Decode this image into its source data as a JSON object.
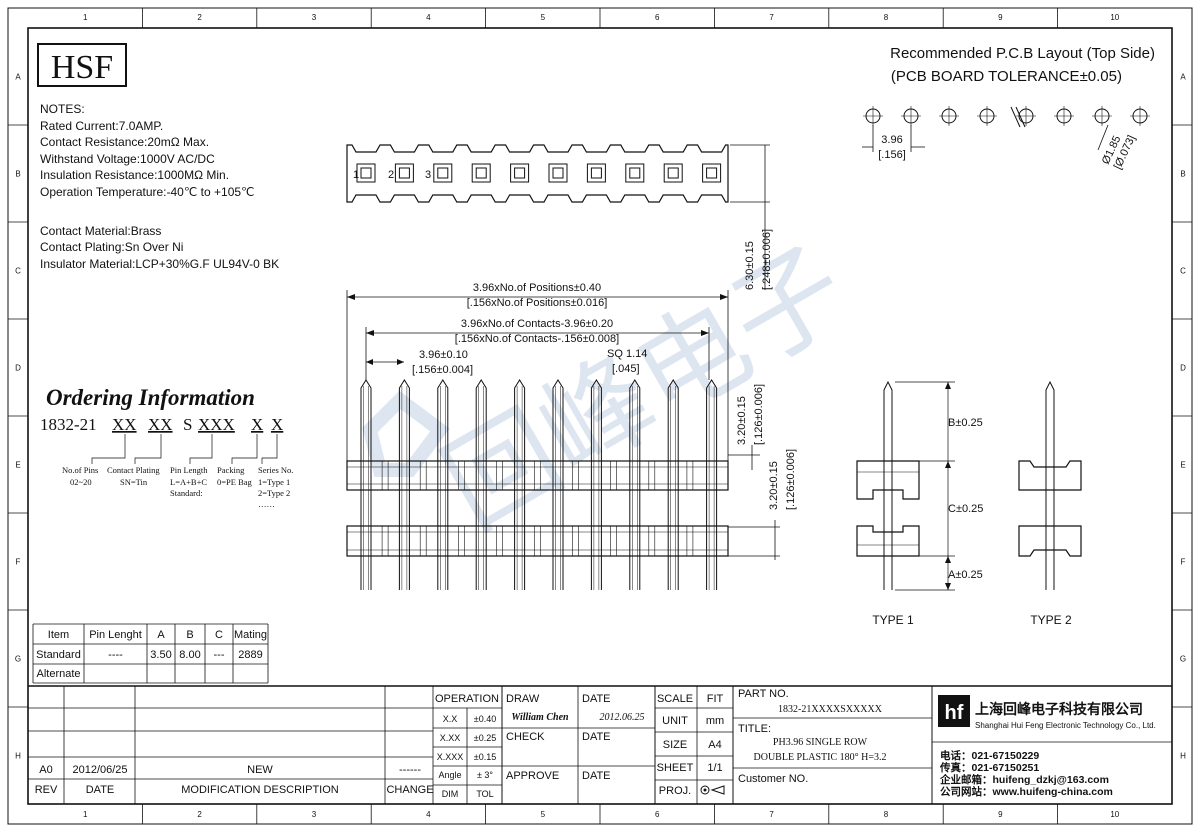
{
  "frame": {
    "columns": [
      "1",
      "2",
      "3",
      "4",
      "5",
      "6",
      "7",
      "8",
      "9",
      "10"
    ],
    "rows": [
      "A",
      "B",
      "C",
      "D",
      "E",
      "F",
      "G",
      "H"
    ]
  },
  "logo": "HSF",
  "notes": {
    "heading": "NOTES:",
    "lines": [
      "Rated Current:7.0AMP.",
      "Contact Resistance:20mΩ Max.",
      "Withstand Voltage:1000V AC/DC",
      "Insulation Resistance:1000MΩ Min.",
      "Operation Temperature:-40℃ to +105℃",
      "Contact Material:Brass",
      "Contact Plating:Sn Over Ni",
      "Insulator Material:LCP+30%G.F UL94V-0 BK"
    ]
  },
  "pcb": {
    "title1": "Recommended P.C.B Layout (Top Side)",
    "title2": "(PCB BOARD TOLERANCE±0.05)",
    "pitch": "3.96",
    "pitch_in": "[.156]",
    "hole": "Ø1.85",
    "hole_in": "[Ø.073]"
  },
  "top_view": {
    "pin_numbers": [
      "1",
      "2",
      "3"
    ],
    "height": "6.30±0.15",
    "height_in": "[.248±0.006]"
  },
  "dims": {
    "positions": "3.96xNo.of Positions±0.40",
    "positions_in": "[.156xNo.of Positions±0.016]",
    "contacts": "3.96xNo.of Contacts-3.96±0.20",
    "contacts_in": "[.156xNo.of Contacts-.156±0.008]",
    "pitch": "3.96±0.10",
    "pitch_in": "[.156±0.004]",
    "sq": "SQ 1.14",
    "sq_in": "[.045]",
    "h1": "3.20±0.15",
    "h1_in": "[.126±0.006]",
    "h2": "3.20±0.15",
    "h2_in": "[.126±0.006]"
  },
  "side": {
    "b": "B±0.25",
    "c": "C±0.25",
    "a": "A±0.25",
    "type1": "TYPE 1",
    "type2": "TYPE 2"
  },
  "watermark": "回峰电子",
  "ordering": {
    "title": "Ordering Information",
    "prefix": "1832-21",
    "codes": [
      "XX",
      "XX",
      "S",
      "XXX",
      "X",
      "X"
    ],
    "labels": [
      [
        "No.of Pins",
        "02~20"
      ],
      [
        "Contact Plating",
        "SN=Tin"
      ],
      [
        "Pin Length",
        "L=A+B+C",
        "Standard:"
      ],
      [
        "Packing",
        "0=PE Bag"
      ],
      [
        "Series No.",
        "1=Type 1",
        "2=Type 2",
        "……"
      ]
    ]
  },
  "pin_table": {
    "headers": [
      "Item",
      "Pin Lenght",
      "A",
      "B",
      "C",
      "Mating"
    ],
    "rows": [
      [
        "Standard",
        "----",
        "3.50",
        "8.00",
        "---",
        "2889"
      ],
      [
        "Alternate",
        "",
        "",
        "",
        "",
        ""
      ]
    ]
  },
  "revision": {
    "row": [
      "A0",
      "2012/06/25",
      "NEW",
      "------"
    ],
    "headers": [
      "REV",
      "DATE",
      "MODIFICATION  DESCRIPTION",
      "CHANGE"
    ]
  },
  "title_block": {
    "operation": "OPERATION",
    "tolerances": [
      [
        "X.X",
        "±0.40"
      ],
      [
        "X.XX",
        "±0.25"
      ],
      [
        "X.XXX",
        "±0.15"
      ],
      [
        "Angle",
        "± 3°"
      ]
    ],
    "dim": "DIM",
    "tol": "TOL",
    "draw": "DRAW",
    "drawer": "William Chen",
    "date_label": "DATE",
    "date": "2012.06.25",
    "check": "CHECK",
    "approve": "APPROVE",
    "scale": "SCALE",
    "fit": "FIT",
    "unit": "UNIT",
    "mm": "mm",
    "size": "SIZE",
    "a4": "A4",
    "sheet": "SHEET",
    "sheet_val": "1/1",
    "proj": "PROJ.",
    "part_no_label": "PART NO.",
    "part_no": "1832-21XXXXSXXXXX",
    "title_label": "TITLE:",
    "title1": "PH3.96 SINGLE ROW",
    "title2": "DOUBLE PLASTIC 180° H=3.2",
    "customer": "Customer NO.",
    "company_cn": "上海回峰电子科技有限公司",
    "company_en": "Shanghai Hui Feng Electronic Technology Co., Ltd.",
    "contacts": [
      "电话：021-67150229",
      "传真：021-67150251",
      "企业邮箱：huifeng_dzkj@163.com",
      "公司网站：www.huifeng-china.com"
    ]
  },
  "colors": {
    "line": "#111111",
    "watermark": "#9fb8d6"
  }
}
